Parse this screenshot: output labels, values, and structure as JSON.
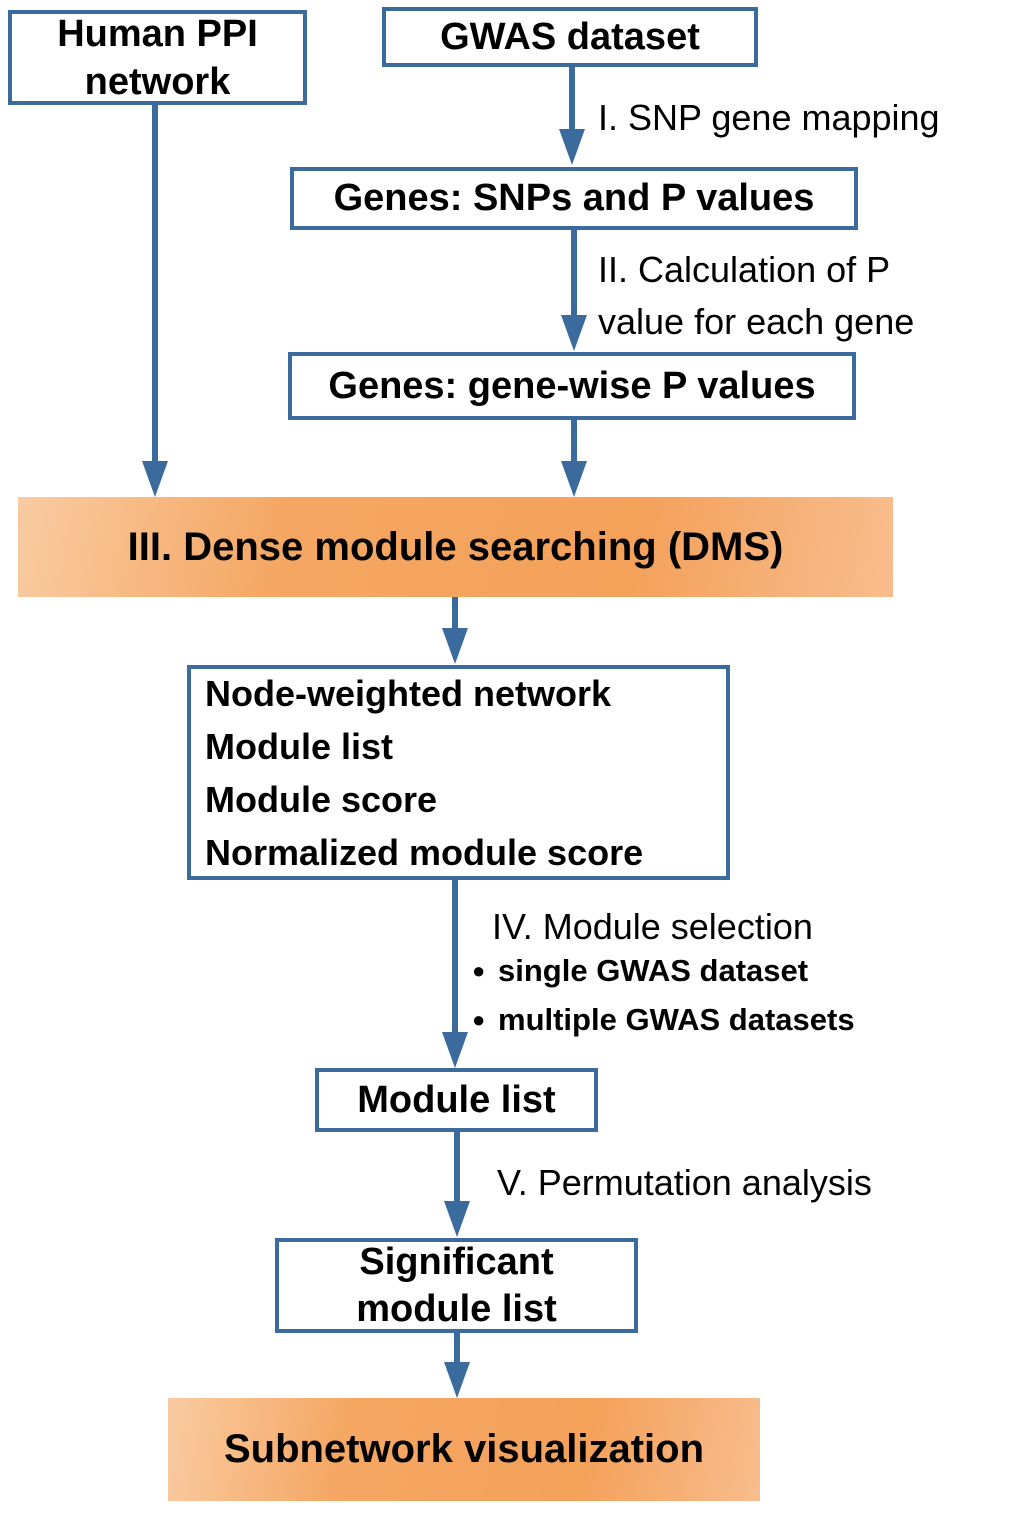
{
  "colors": {
    "accent_blue": "#3a6b9c",
    "orange_gradient_light": "#f9cba2",
    "orange_gradient_dark": "#f4a15a",
    "text": "#000000",
    "background": "#ffffff"
  },
  "nodes": {
    "human_ppi": {
      "label": "Human PPI\nnetwork"
    },
    "gwas": {
      "label": "GWAS dataset"
    },
    "genes_snps": {
      "label": "Genes: SNPs and P values"
    },
    "genes_genewise": {
      "label": "Genes: gene-wise P values"
    },
    "dms": {
      "label": "III. Dense module searching (DMS)"
    },
    "dms_outputs": {
      "lines": [
        "Node-weighted network",
        "Module list",
        "Module score",
        "Normalized module score"
      ]
    },
    "module_list": {
      "label": "Module list"
    },
    "significant": {
      "label": "Significant\nmodule list"
    },
    "subnetwork": {
      "label": "Subnetwork visualization"
    }
  },
  "steps": {
    "step1": {
      "label": "I. SNP gene mapping"
    },
    "step2": {
      "label": "II. Calculation of P\nvalue for each gene"
    },
    "step4": {
      "label": "IV. Module selection",
      "bullets": [
        "single GWAS dataset",
        "multiple GWAS datasets"
      ]
    },
    "step5": {
      "label": "V. Permutation analysis"
    }
  },
  "icons": {
    "bullet": "●"
  }
}
